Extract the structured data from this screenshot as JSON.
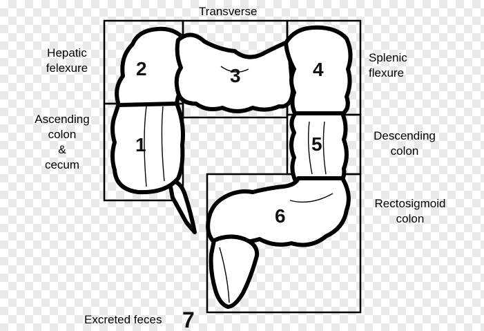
{
  "diagram": {
    "labels": {
      "transverse": "Transverse",
      "hepatic": [
        "Hepatic",
        "felexure"
      ],
      "splenic": [
        "Splenic",
        "flexure"
      ],
      "ascending": [
        "Ascending",
        "colon",
        "&",
        "cecum"
      ],
      "descending": [
        "Descending",
        "colon"
      ],
      "rectosigmoid": [
        "Rectosigmoid",
        "colon"
      ],
      "excreted": "Excreted feces"
    },
    "numbers": {
      "n1": "1",
      "n2": "2",
      "n3": "3",
      "n4": "4",
      "n5": "5",
      "n6": "6",
      "n7": "7"
    },
    "colors": {
      "line": "#000000",
      "fill": "#ffffff"
    }
  }
}
